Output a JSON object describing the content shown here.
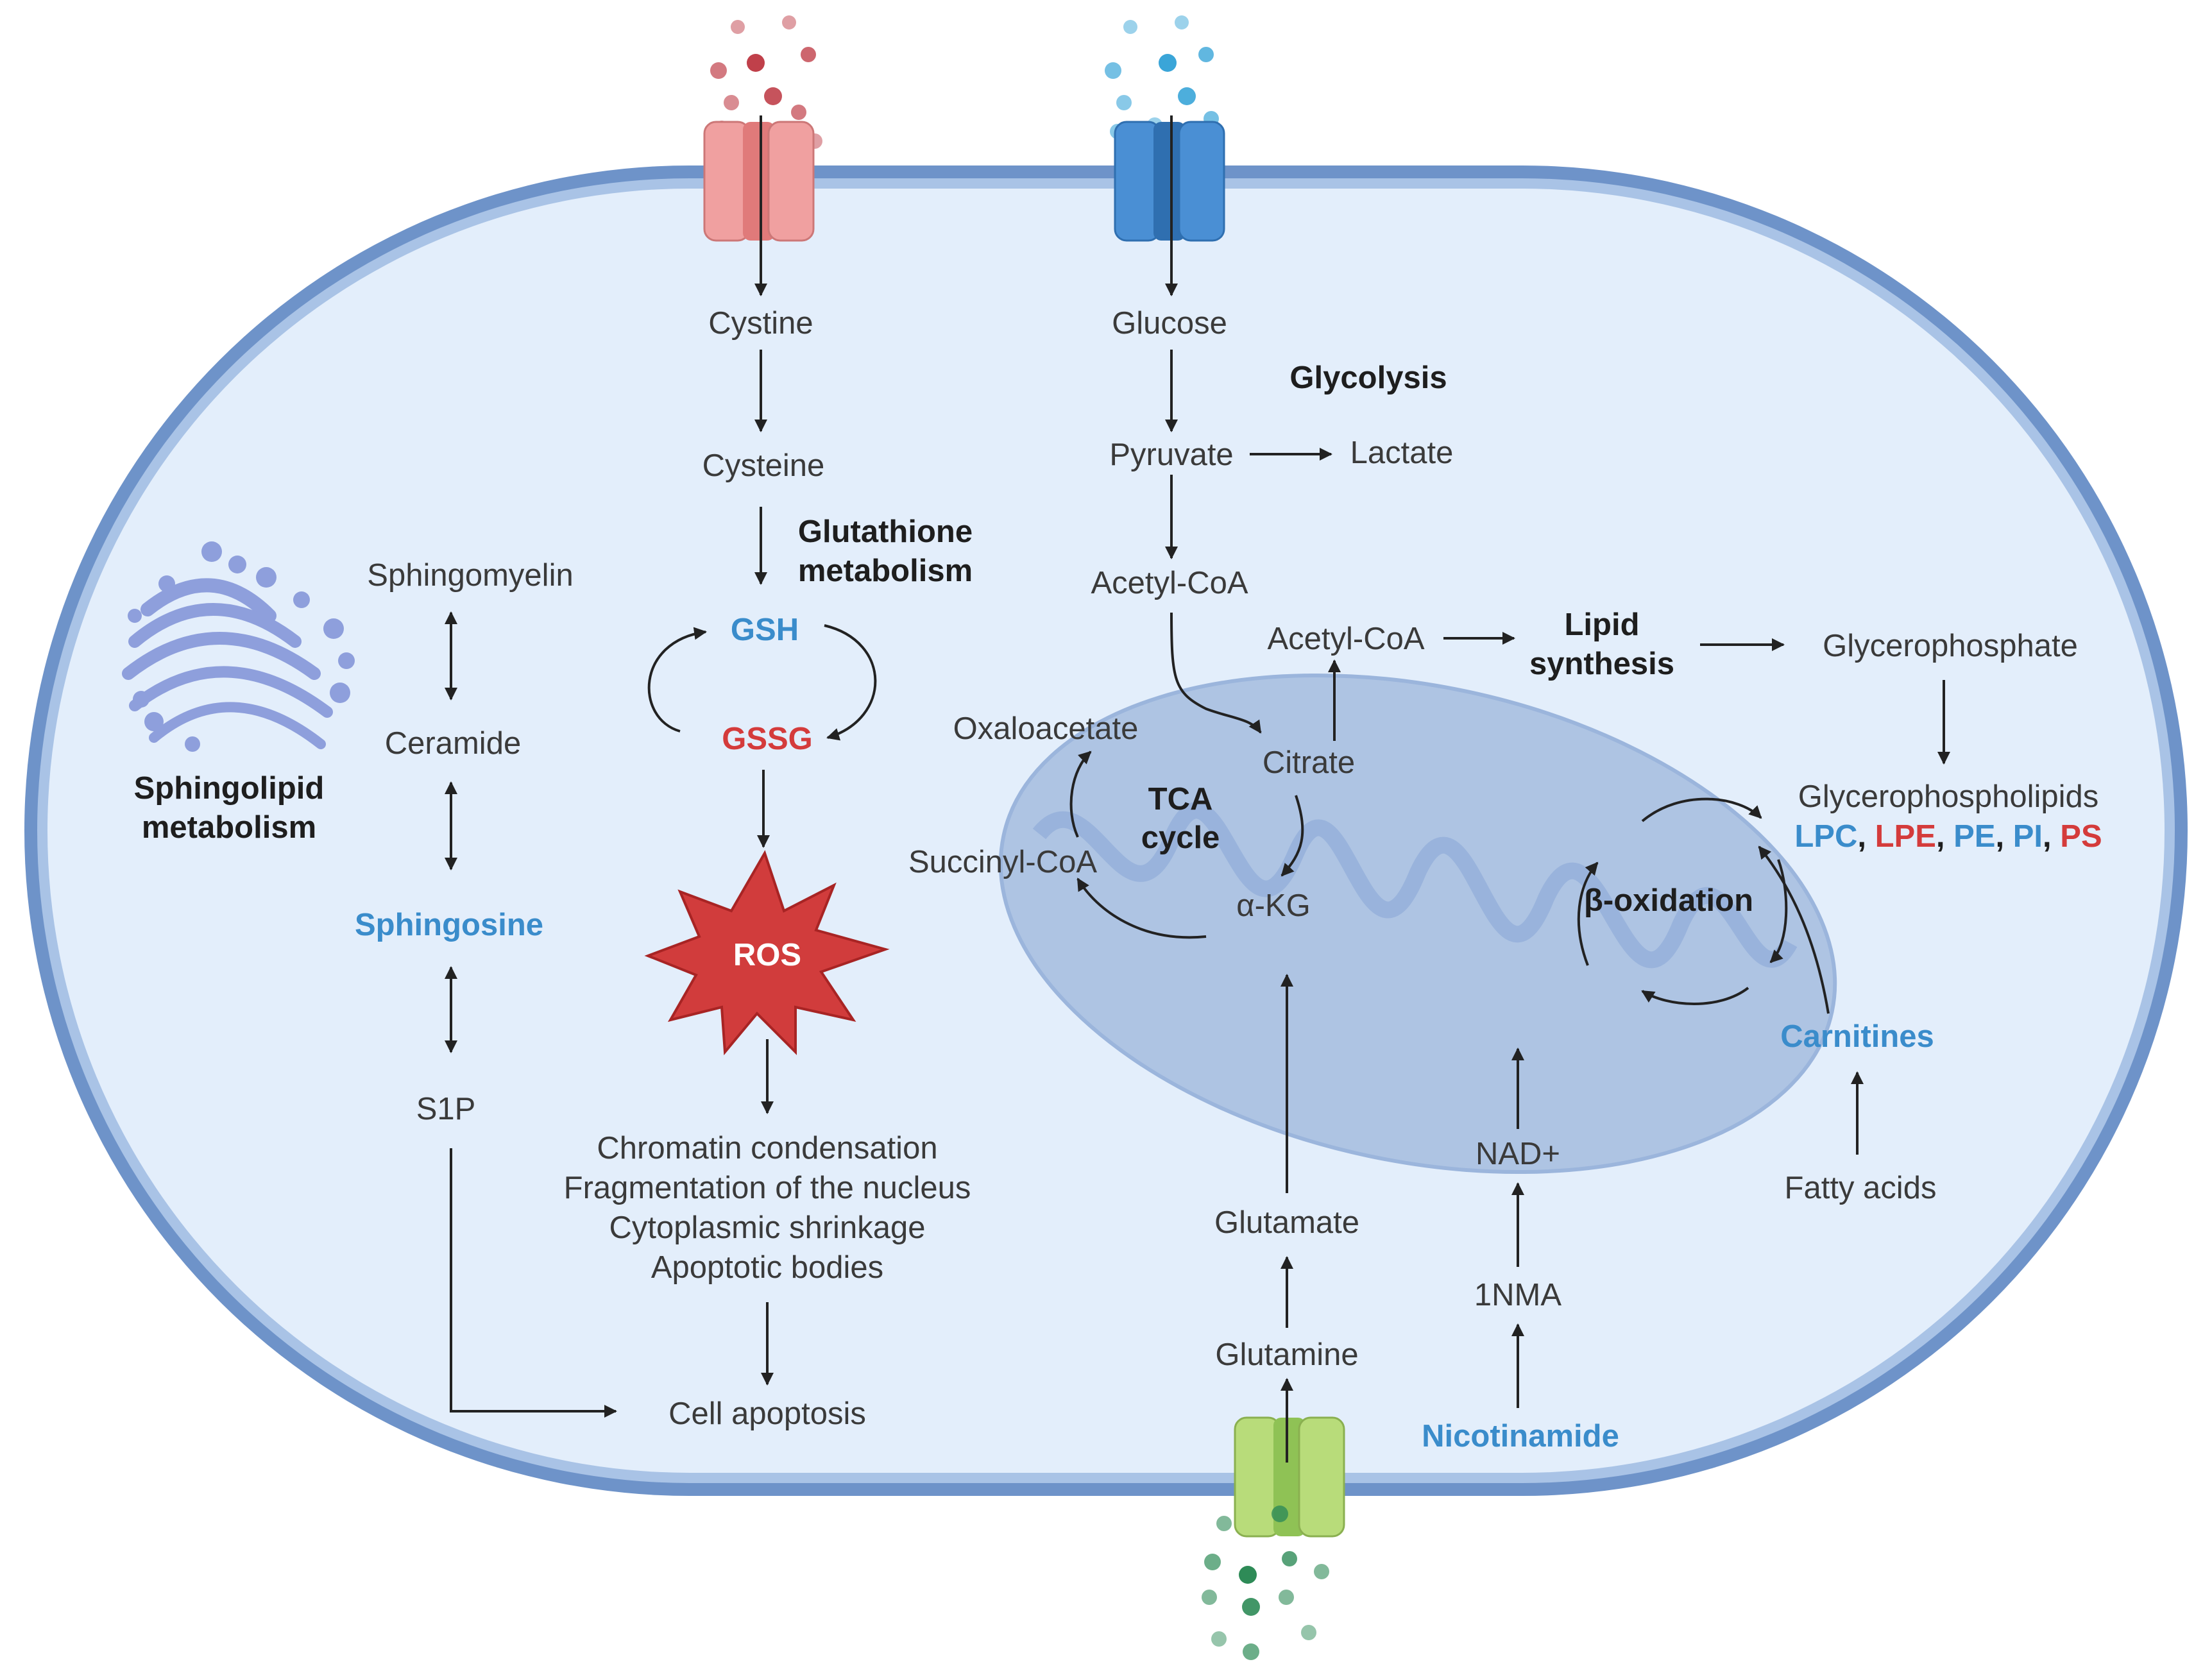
{
  "colors": {
    "cell_fill": "#e3eefb",
    "membrane": "#6e93c9",
    "membrane_inner": "#a9c3e6",
    "mito_fill": "#aec4e3",
    "mito_cristae": "#8fabd6",
    "golgi": "#8e9fdc",
    "red_channel": "#f0a0a0",
    "blue_channel": "#4a8fd4",
    "green_channel": "#b8dc7a",
    "ros": "#d13c3c",
    "blue_text": "#3a8ccb",
    "red_text": "#d43b3b"
  },
  "icons": [
    "golgi-icon",
    "mitochondrion-icon",
    "ros-star-icon",
    "cystine-transporter-icon",
    "glucose-transporter-icon",
    "glutamine-transporter-icon"
  ],
  "labels": {
    "cystine": "Cystine",
    "cysteine": "Cysteine",
    "glutathione_metabolism_1": "Glutathione",
    "glutathione_metabolism_2": "metabolism",
    "gsh": "GSH",
    "gssg": "GSSG",
    "ros": "ROS",
    "effects": [
      "Chromatin condensation",
      "Fragmentation of the nucleus",
      "Cytoplasmic shrinkage",
      "Apoptotic bodies"
    ],
    "cell_apoptosis": "Cell apoptosis",
    "sphingomyelin": "Sphingomyelin",
    "ceramide": "Ceramide",
    "sphingosine": "Sphingosine",
    "s1p": "S1P",
    "sphingolipid_1": "Sphingolipid",
    "sphingolipid_2": "metabolism",
    "glucose": "Glucose",
    "glycolysis": "Glycolysis",
    "pyruvate": "Pyruvate",
    "lactate": "Lactate",
    "acetyl_coa_1": "Acetyl-CoA",
    "acetyl_coa_2": "Acetyl-CoA",
    "lipid_synthesis_1": "Lipid",
    "lipid_synthesis_2": "synthesis",
    "glycerophosphate": "Glycerophosphate",
    "glycerophospholipids": "Glycerophospholipids",
    "gpl_classes": {
      "lpc": "LPC",
      "lpe": "LPE",
      "pe": "PE",
      "pi": "PI",
      "ps": "PS",
      "sep": ", "
    },
    "oxaloacetate": "Oxaloacetate",
    "citrate": "Citrate",
    "tca_1": "TCA",
    "tca_2": "cycle",
    "succinyl_coa": "Succinyl-CoA",
    "akg": "α-KG",
    "beta_oxidation": "β-oxidation",
    "carnitines": "Carnitines",
    "fatty_acids": "Fatty acids",
    "nad": "NAD+",
    "nma": "1NMA",
    "nicotinamide": "Nicotinamide",
    "glutamate": "Glutamate",
    "glutamine": "Glutamine"
  }
}
